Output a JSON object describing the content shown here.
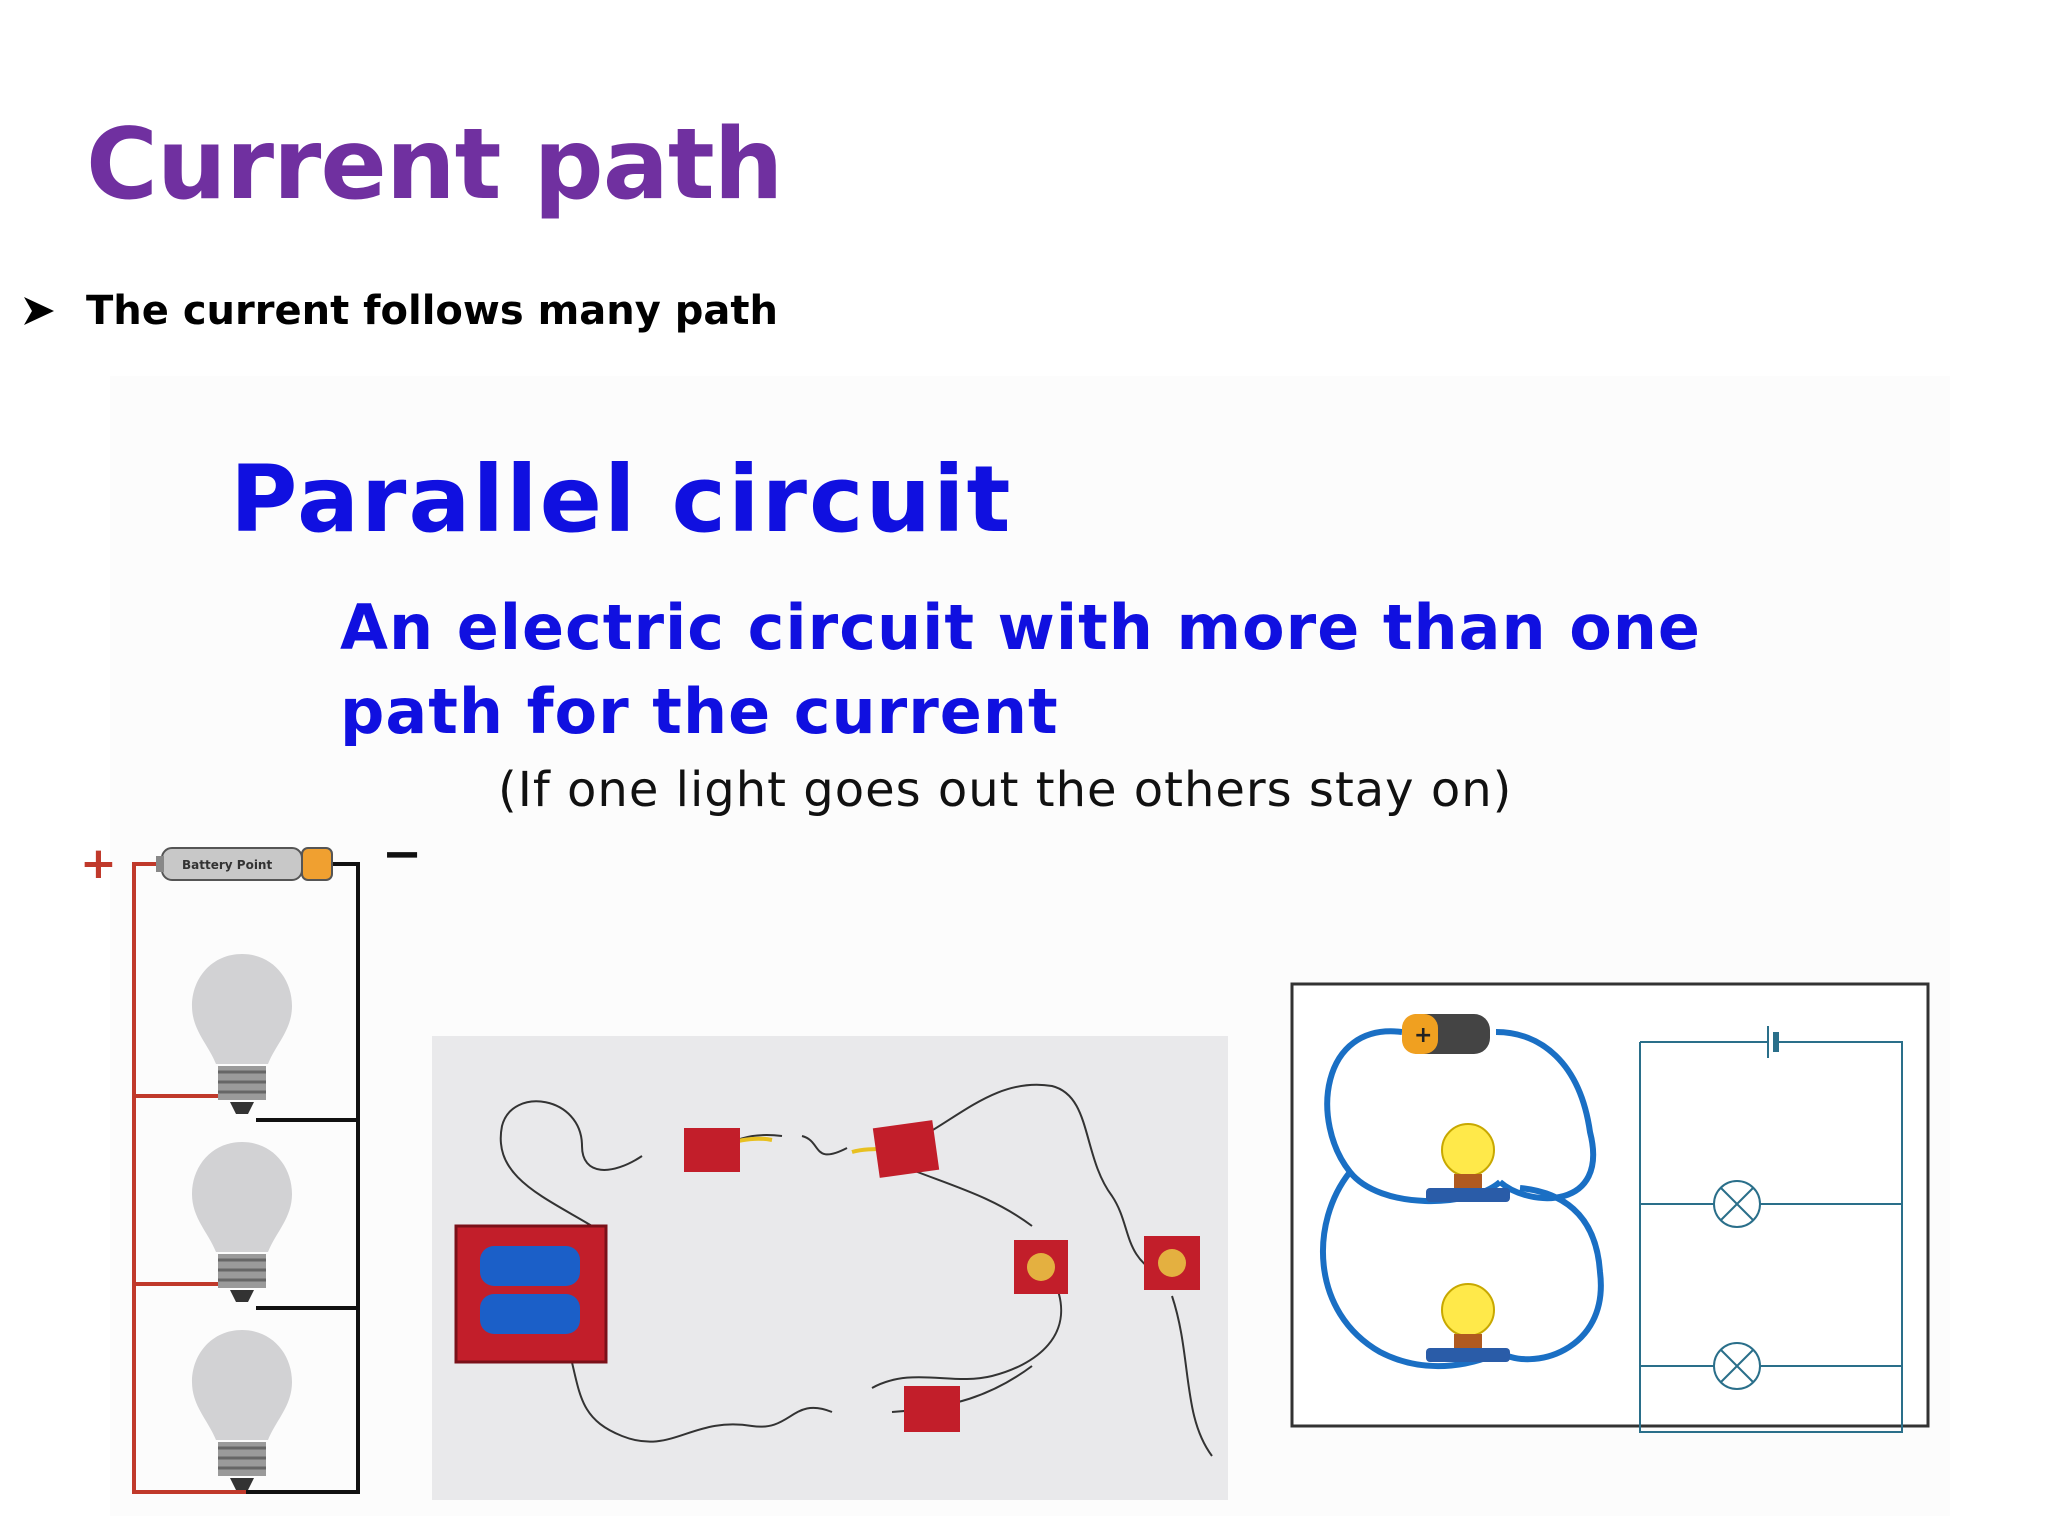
{
  "slide": {
    "title": "Current path",
    "bullet": "The current follows many path"
  },
  "figure": {
    "heading": "Parallel circuit",
    "definition": "An electric circuit with more than one path for the current",
    "note": "(If one light goes out the others stay on)",
    "battery_label": "Battery Point",
    "plus_sign": "+",
    "minus_sign": "−"
  },
  "colors": {
    "title": "#7030a0",
    "heading": "#1010e0",
    "wire_red": "#c0392b",
    "wire_blue": "#1a6fc4"
  },
  "icons": [
    "arrowhead-bullet-icon",
    "battery-icon",
    "light-bulb-icon",
    "lamp-symbol-icon"
  ]
}
